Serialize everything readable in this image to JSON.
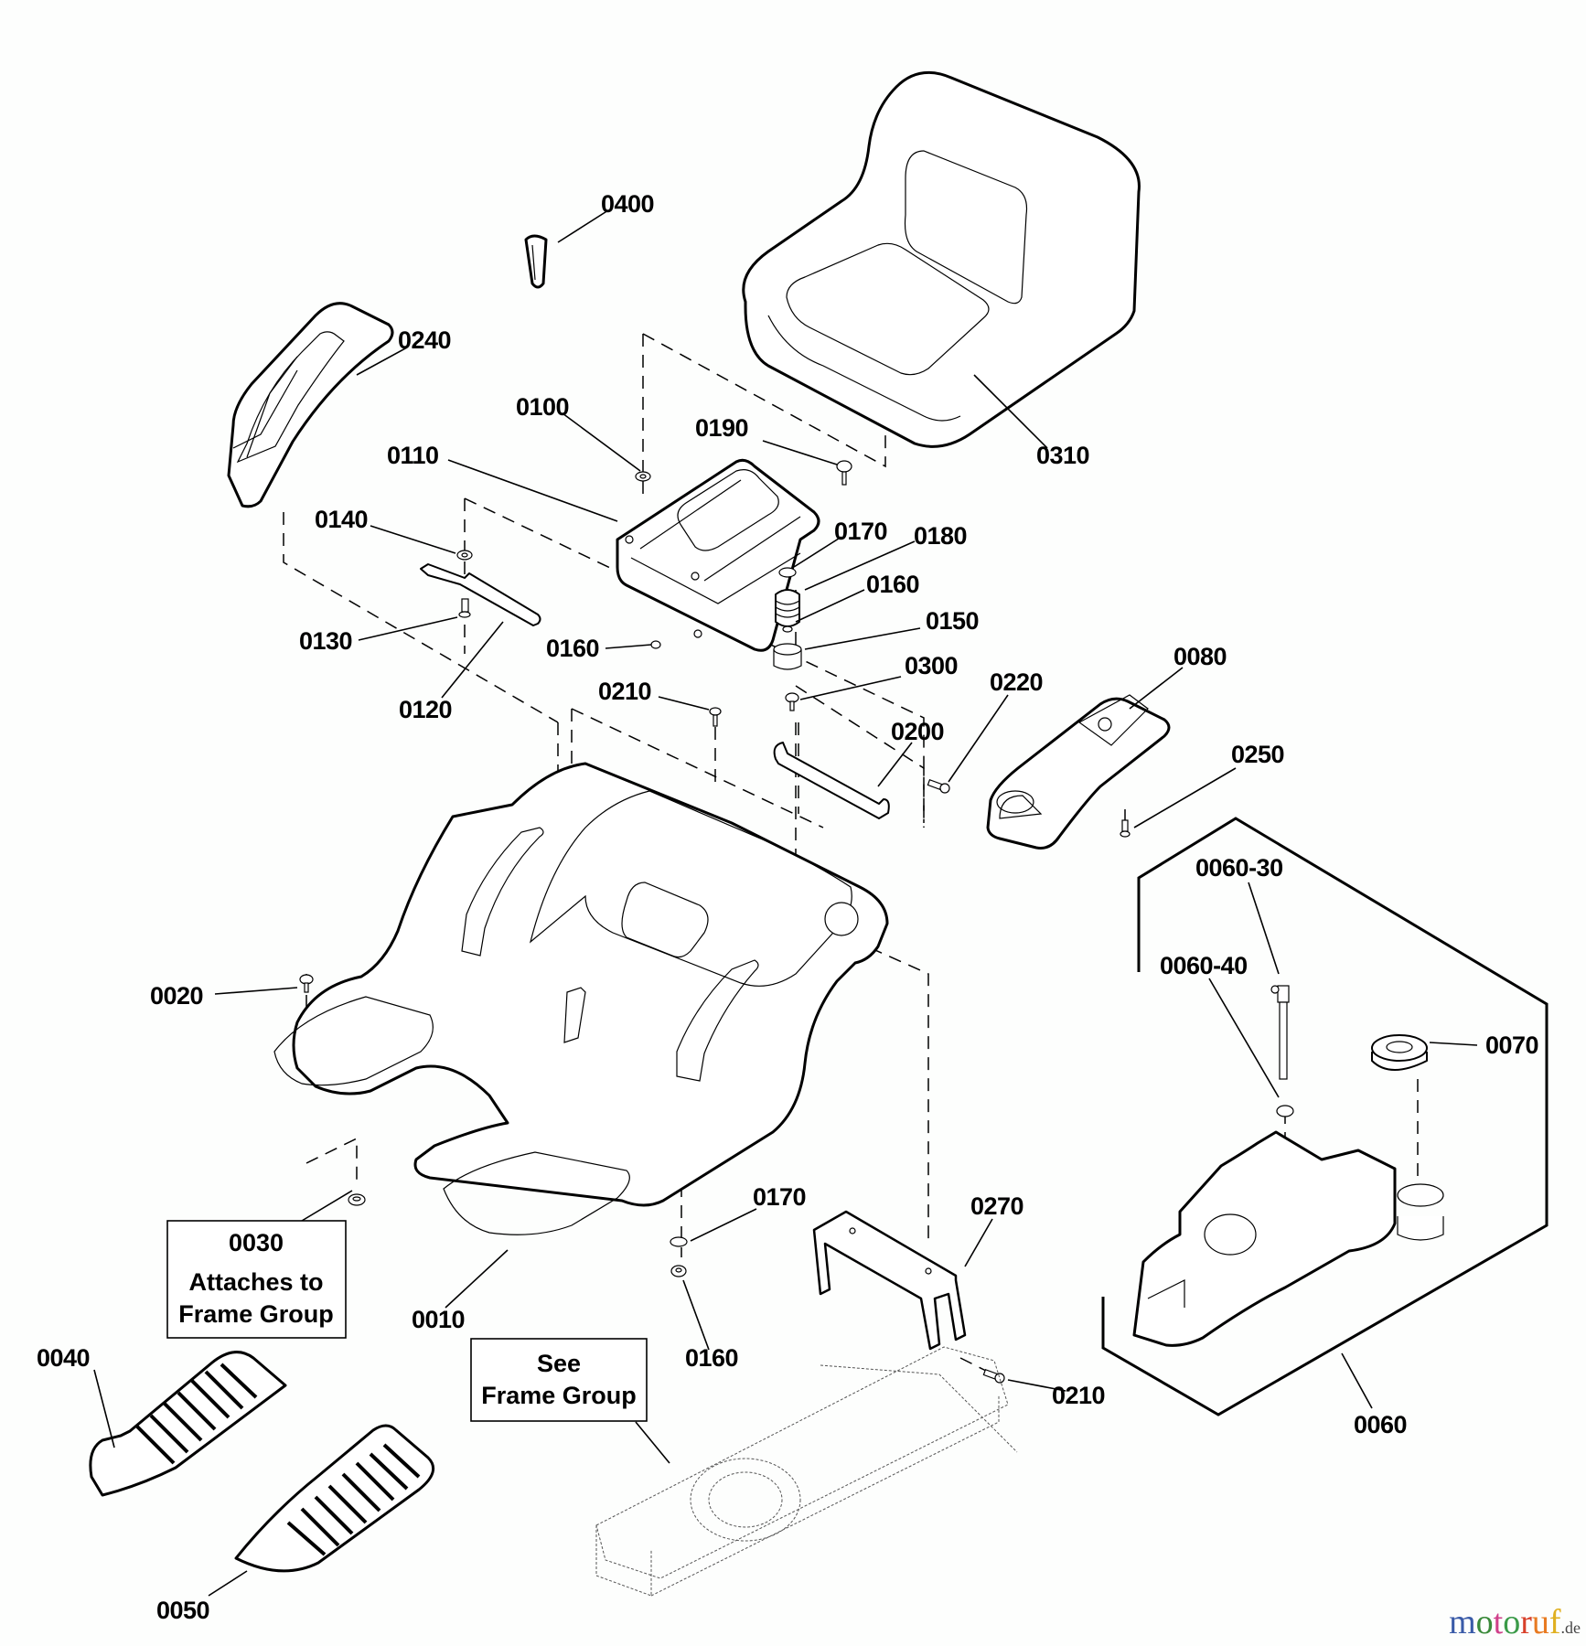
{
  "diagram": {
    "title": "Seat / Body / Fuel Tank parts diagram",
    "callouts": [
      {
        "id": "c0400",
        "text": "0400"
      },
      {
        "id": "c0240",
        "text": "0240"
      },
      {
        "id": "c0100",
        "text": "0100"
      },
      {
        "id": "c0190",
        "text": "0190"
      },
      {
        "id": "c0310",
        "text": "0310"
      },
      {
        "id": "c0110",
        "text": "0110"
      },
      {
        "id": "c0140",
        "text": "0140"
      },
      {
        "id": "c0170a",
        "text": "0170"
      },
      {
        "id": "c0180",
        "text": "0180"
      },
      {
        "id": "c0160a",
        "text": "0160"
      },
      {
        "id": "c0150",
        "text": "0150"
      },
      {
        "id": "c0130",
        "text": "0130"
      },
      {
        "id": "c0160b",
        "text": "0160"
      },
      {
        "id": "c0300",
        "text": "0300"
      },
      {
        "id": "c0220",
        "text": "0220"
      },
      {
        "id": "c0080",
        "text": "0080"
      },
      {
        "id": "c0210a",
        "text": "0210"
      },
      {
        "id": "c0120",
        "text": "0120"
      },
      {
        "id": "c0200",
        "text": "0200"
      },
      {
        "id": "c0250",
        "text": "0250"
      },
      {
        "id": "c0060_30",
        "text": "0060-30"
      },
      {
        "id": "c0060_40",
        "text": "0060-40"
      },
      {
        "id": "c0020",
        "text": "0020"
      },
      {
        "id": "c0070",
        "text": "0070"
      },
      {
        "id": "c0170b",
        "text": "0170"
      },
      {
        "id": "c0270",
        "text": "0270"
      },
      {
        "id": "c0010",
        "text": "0010"
      },
      {
        "id": "c0040",
        "text": "0040"
      },
      {
        "id": "c0160c",
        "text": "0160"
      },
      {
        "id": "c0210b",
        "text": "0210"
      },
      {
        "id": "c0060",
        "text": "0060"
      },
      {
        "id": "c0050",
        "text": "0050"
      }
    ],
    "notes": [
      {
        "id": "note0030",
        "lines": [
          "0030",
          "Attaches to",
          "Frame Group"
        ]
      },
      {
        "id": "noteFrame",
        "lines": [
          "See",
          "Frame Group"
        ]
      }
    ]
  },
  "watermark": {
    "letters": [
      {
        "ch": "m",
        "color": "#3a5ba8"
      },
      {
        "ch": "o",
        "color": "#3a8a3a"
      },
      {
        "ch": "t",
        "color": "#d0408a"
      },
      {
        "ch": "o",
        "color": "#3a9a48"
      },
      {
        "ch": "r",
        "color": "#d8402a"
      },
      {
        "ch": "u",
        "color": "#e87a20"
      },
      {
        "ch": "f",
        "color": "#e0b020"
      }
    ],
    "suffix": ".de"
  }
}
